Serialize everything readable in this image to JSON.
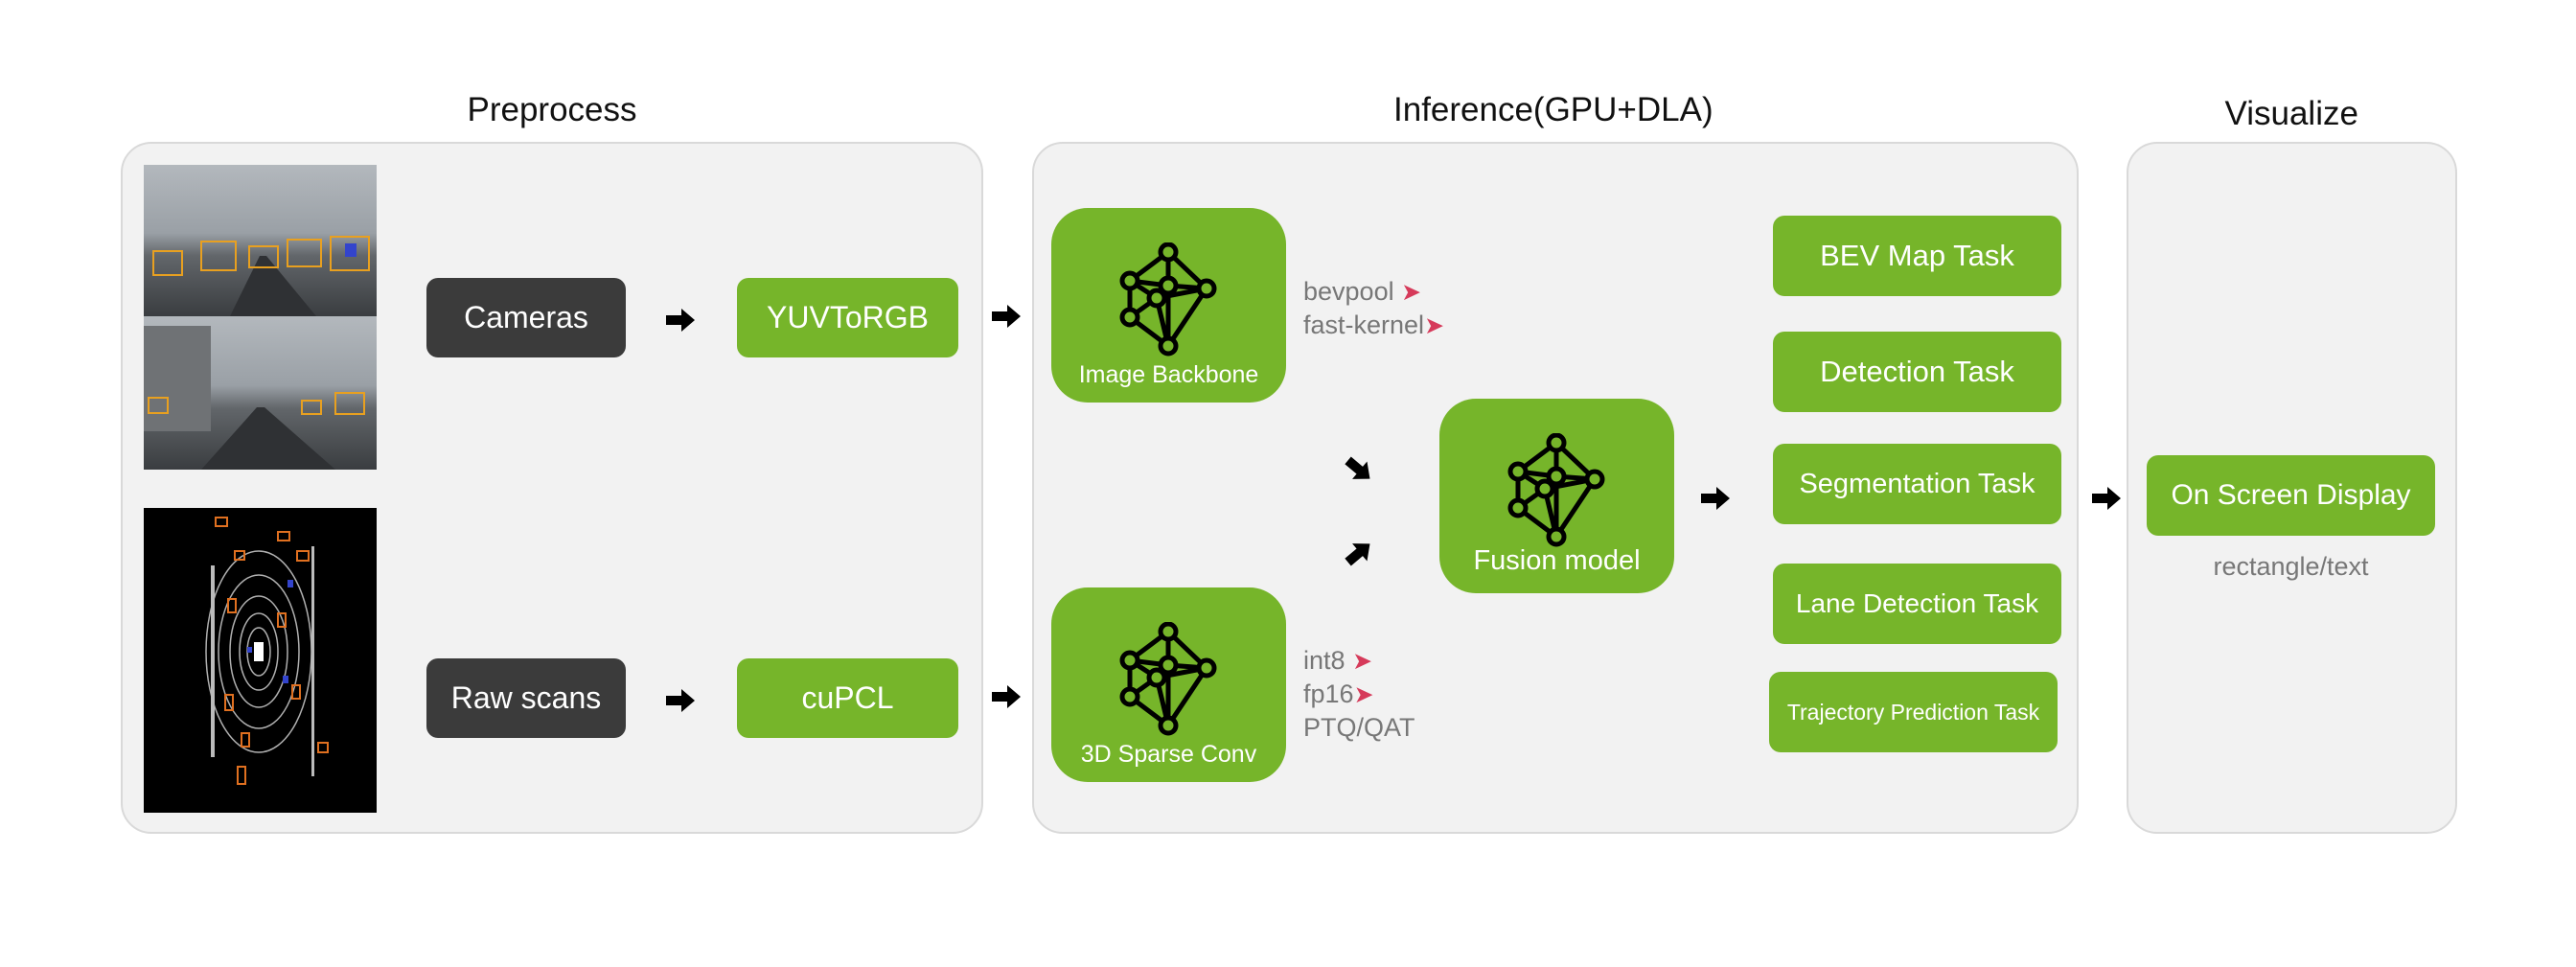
{
  "sections": {
    "preprocess": "Preprocess",
    "inference": "Inference(GPU+DLA)",
    "visualize": "Visualize"
  },
  "preprocess": {
    "cameras": "Cameras",
    "raw_scans": "Raw scans",
    "yuv": "YUVToRGB",
    "cupcl": "cuPCL"
  },
  "inference": {
    "image_backbone": "Image Backbone",
    "sparse_conv": "3D Sparse Conv",
    "fusion_model": "Fusion model",
    "backbone_notes": [
      "bevpool",
      "fast-kernel"
    ],
    "sparse_notes": [
      "int8",
      "fp16",
      "PTQ/QAT"
    ],
    "tasks": [
      "BEV Map Task",
      "Detection Task",
      "Segmentation Task",
      "Lane Detection Task",
      "Trajectory Prediction Task"
    ]
  },
  "visualize": {
    "osd": "On Screen Display",
    "note": "rectangle/text"
  },
  "icons": {
    "arrow": "right-arrow-icon",
    "network": "neural-network-icon",
    "rocket": "rocket-icon"
  },
  "colors": {
    "green": "#76b52a",
    "dark": "#3b3b3b",
    "panel": "#f2f2f2"
  }
}
